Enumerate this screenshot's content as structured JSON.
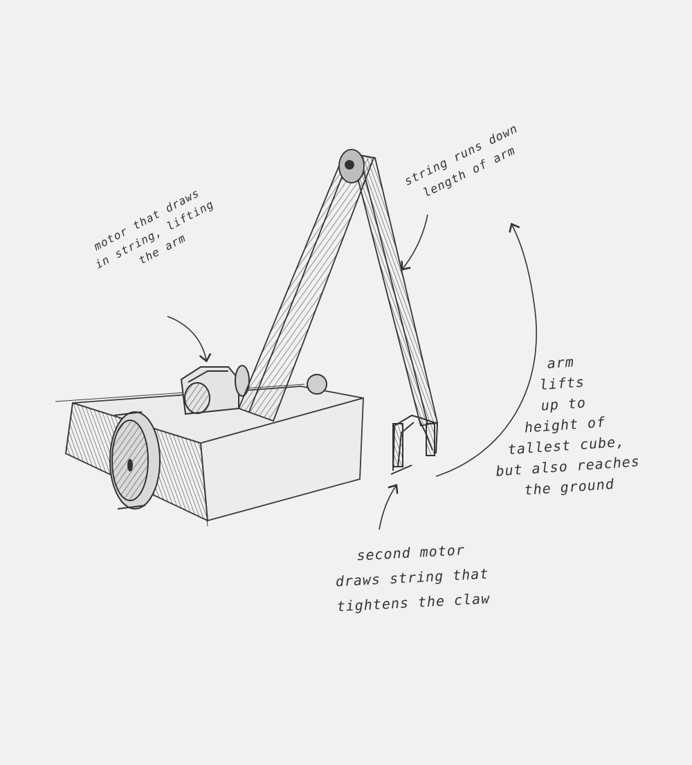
{
  "annotations": {
    "motor": [
      "motor that draws",
      "in string, lifting",
      "the arm"
    ],
    "string": [
      "string runs down",
      "length of arm"
    ],
    "arm": [
      "arm",
      "lifts",
      "up to",
      "height of",
      "tallest cube,",
      "but also reaches",
      "the ground"
    ],
    "second_motor": [
      "second motor",
      "draws string that",
      "tightens the claw"
    ]
  },
  "colors": {
    "paper": "#f1f1f0",
    "pencil": "#3a3a3a"
  }
}
